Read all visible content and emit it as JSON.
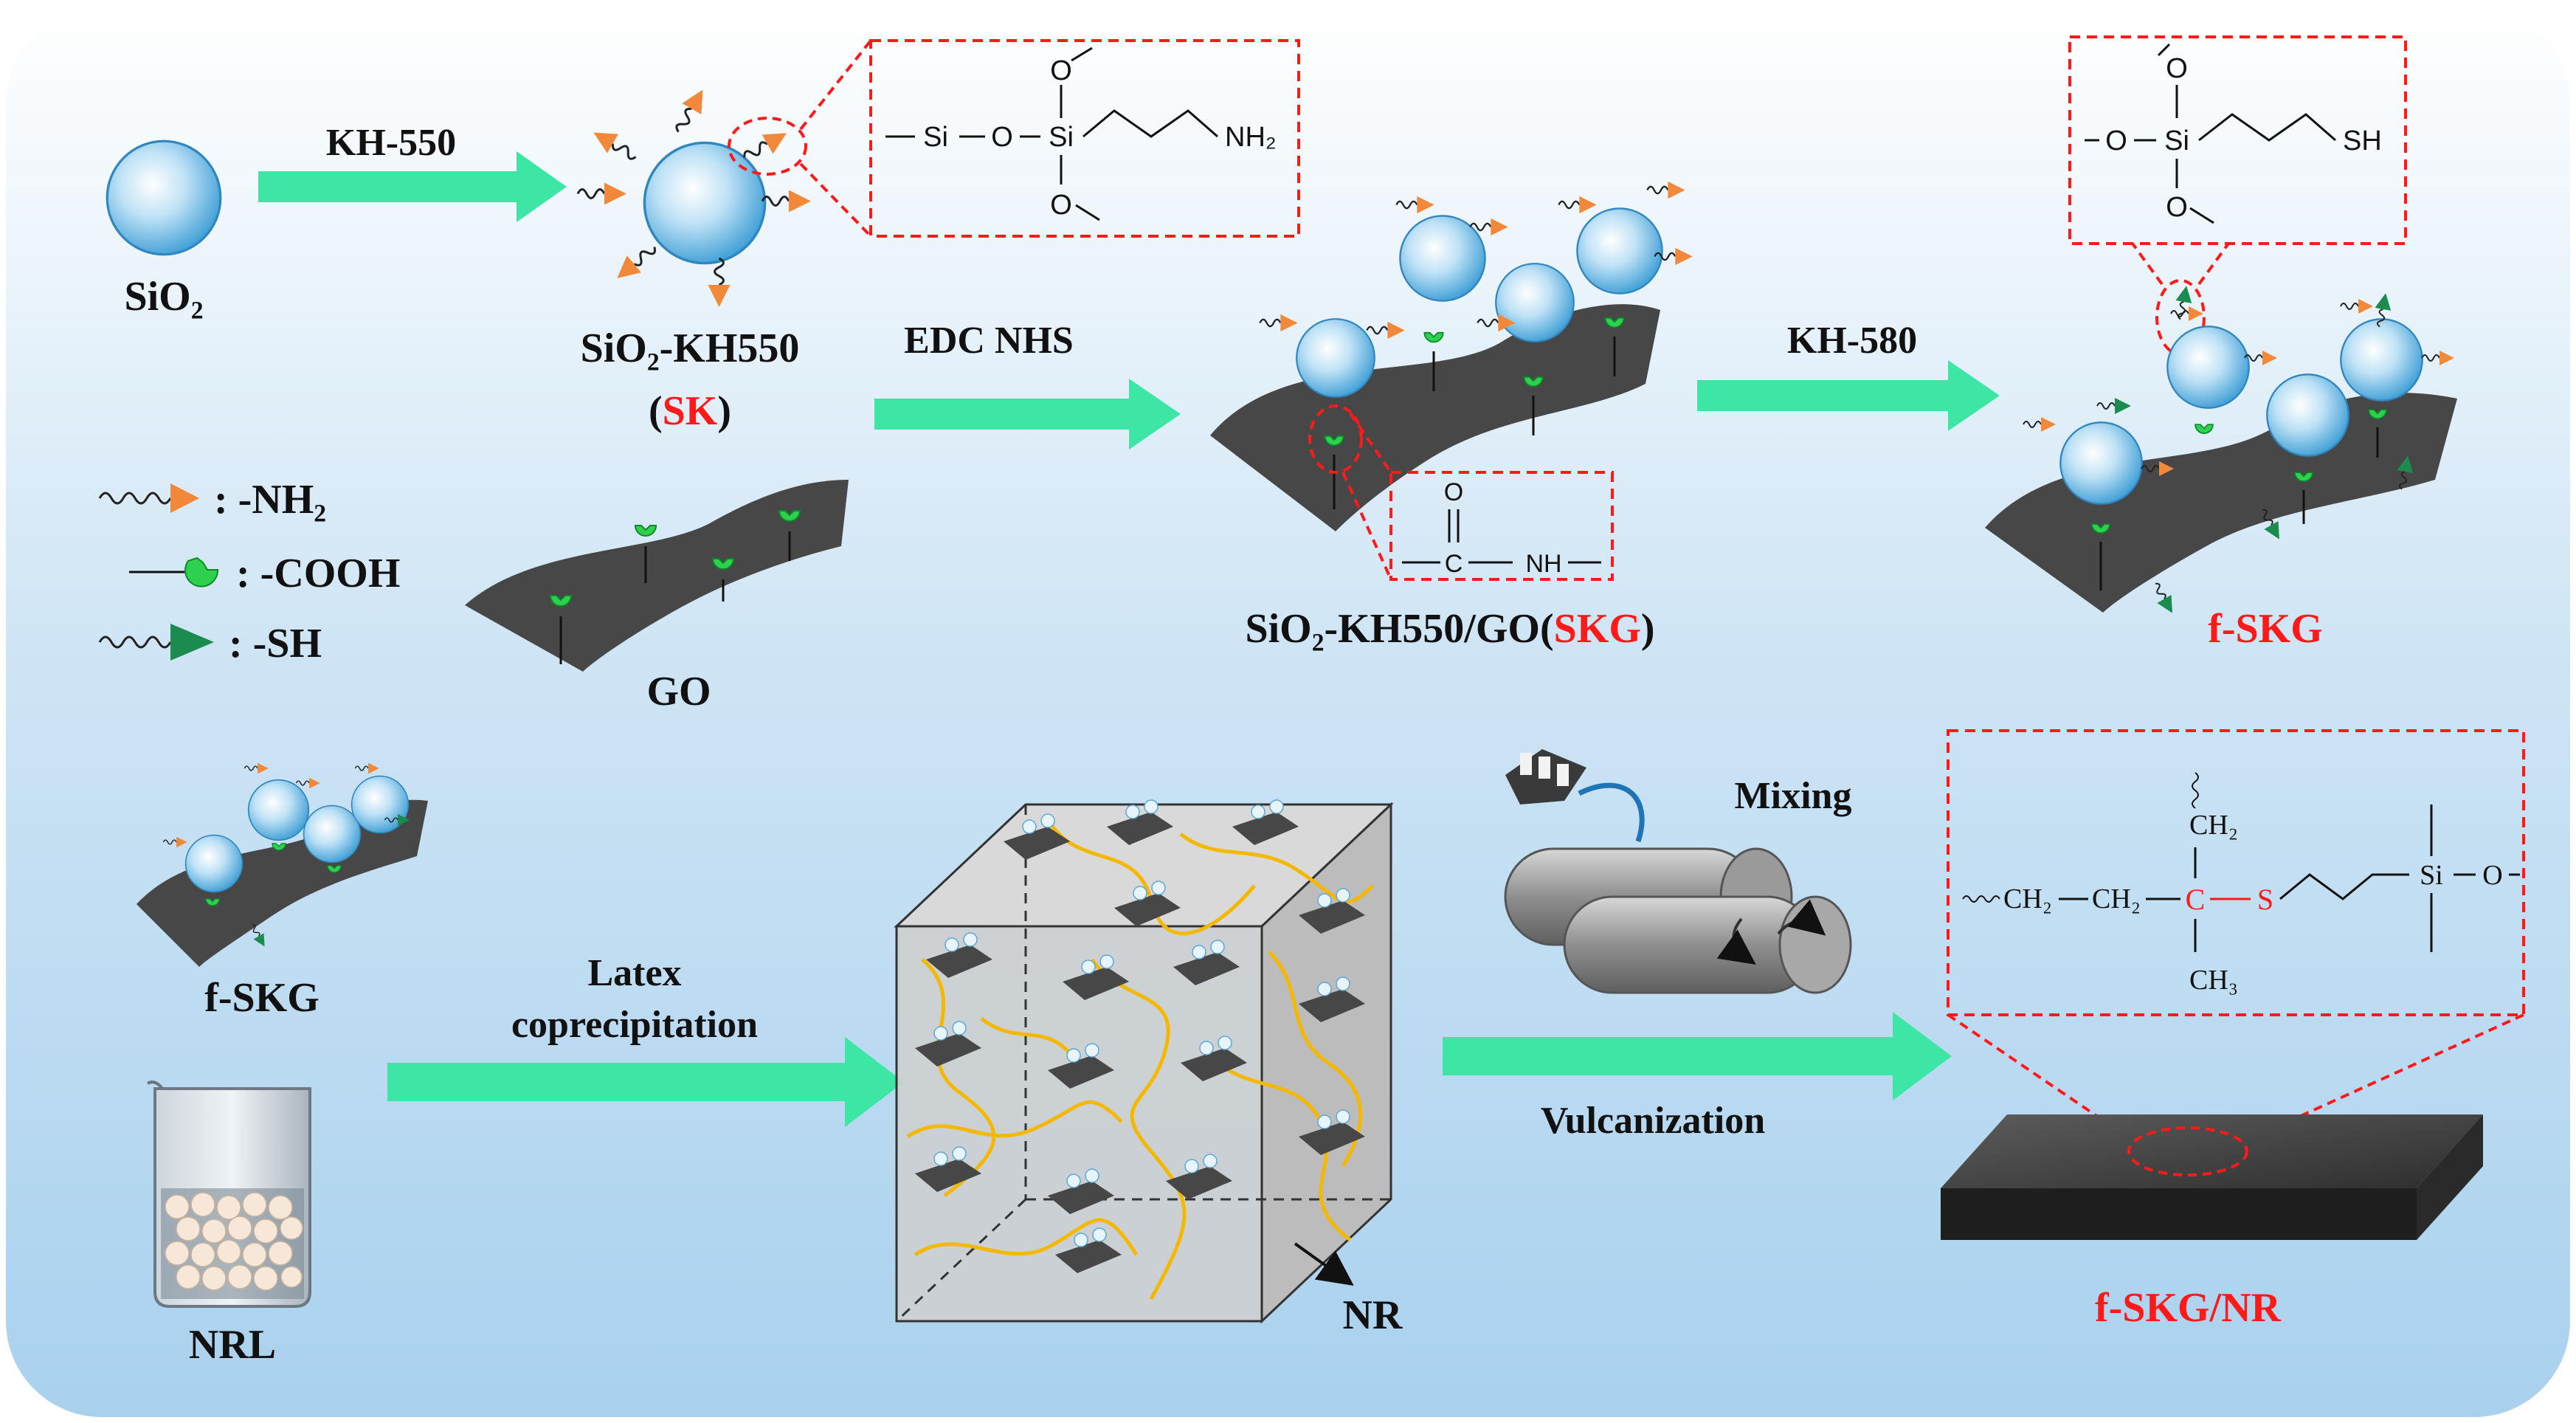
{
  "row1": {
    "sio2": "SiO₂",
    "arrow1_label": "KH-550",
    "sk_name": "SiO₂-KH550",
    "sk_abbr_open": "(",
    "sk_abbr": "SK",
    "sk_abbr_close": ")",
    "arrow2_label": "EDC NHS",
    "skg_name": "SiO₂-KH550/GO(",
    "skg_abbr": "SKG",
    "skg_close": ")",
    "arrow3_label": "KH-580",
    "fskg_name": "f-SKG",
    "go_label": "GO"
  },
  "legend": [
    {
      "text": ": -NH₂"
    },
    {
      "text": ": -COOH"
    },
    {
      "text": ": -SH"
    }
  ],
  "structures": {
    "kh550": {
      "si1": "Si",
      "o_link": "O",
      "si2": "Si",
      "o_top": "O",
      "o_bottom": "O",
      "nh2": "NH₂"
    },
    "kh580": {
      "o_top": "O",
      "o_left": "O",
      "si": "Si",
      "o_bottom": "O",
      "sh": "SH"
    },
    "amide": {
      "o": "O",
      "c": "C",
      "nh": "NH"
    },
    "crosslink": {
      "ch2_a": "CH₂",
      "ch2_b": "CH₂",
      "c": "C",
      "ch2_top": "CH₂",
      "ch3": "CH₃",
      "s": "S",
      "si": "Si",
      "o": "O"
    }
  },
  "row2": {
    "fskg": "f-SKG",
    "latex1": "Latex",
    "latex2": "coprecipitation",
    "nrl": "NRL",
    "nr": "NR",
    "mixing": "Mixing",
    "vulcanization": "Vulcanization",
    "product": "f-SKG/NR"
  },
  "colors": {
    "arrow": "#3ee6a6",
    "highlight": "#ff1a1a",
    "sheet": "#474747",
    "amine": "#f2883a",
    "carboxyl": "#2ed14d",
    "thiol": "#1b8c4d",
    "rubber_chain": "#f5b800"
  }
}
